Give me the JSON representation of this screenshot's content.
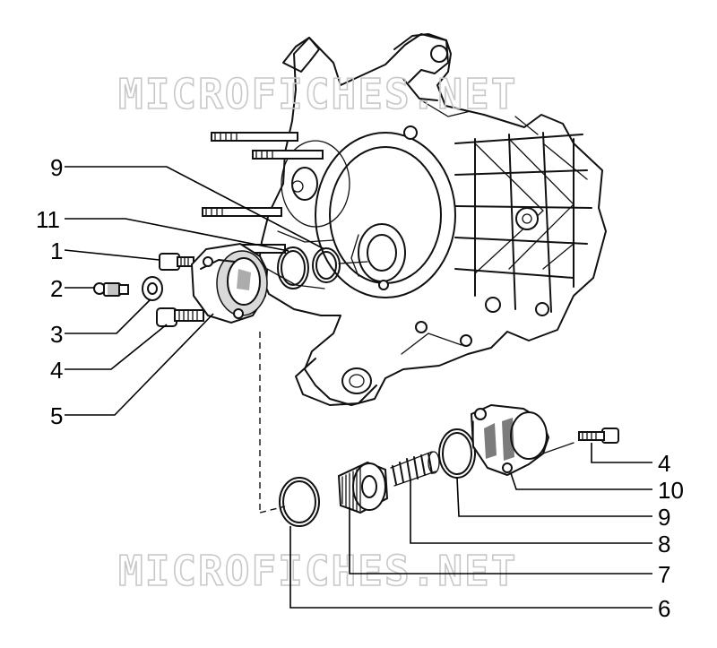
{
  "watermark": {
    "text": "MICROFICHES.NET",
    "color": "#c8c8c8"
  },
  "callouts": [
    {
      "id": "upper-9",
      "number": "9"
    },
    {
      "id": "upper-11",
      "number": "11"
    },
    {
      "id": "upper-1",
      "number": "1"
    },
    {
      "id": "upper-2",
      "number": "2"
    },
    {
      "id": "upper-3",
      "number": "3"
    },
    {
      "id": "upper-4",
      "number": "4"
    },
    {
      "id": "upper-5",
      "number": "5"
    },
    {
      "id": "lower-4",
      "number": "4"
    },
    {
      "id": "lower-10",
      "number": "10"
    },
    {
      "id": "lower-9",
      "number": "9"
    },
    {
      "id": "lower-8",
      "number": "8"
    },
    {
      "id": "lower-7",
      "number": "7"
    },
    {
      "id": "lower-6",
      "number": "6"
    }
  ],
  "colors": {
    "ink": "#111111",
    "background": "#ffffff"
  }
}
